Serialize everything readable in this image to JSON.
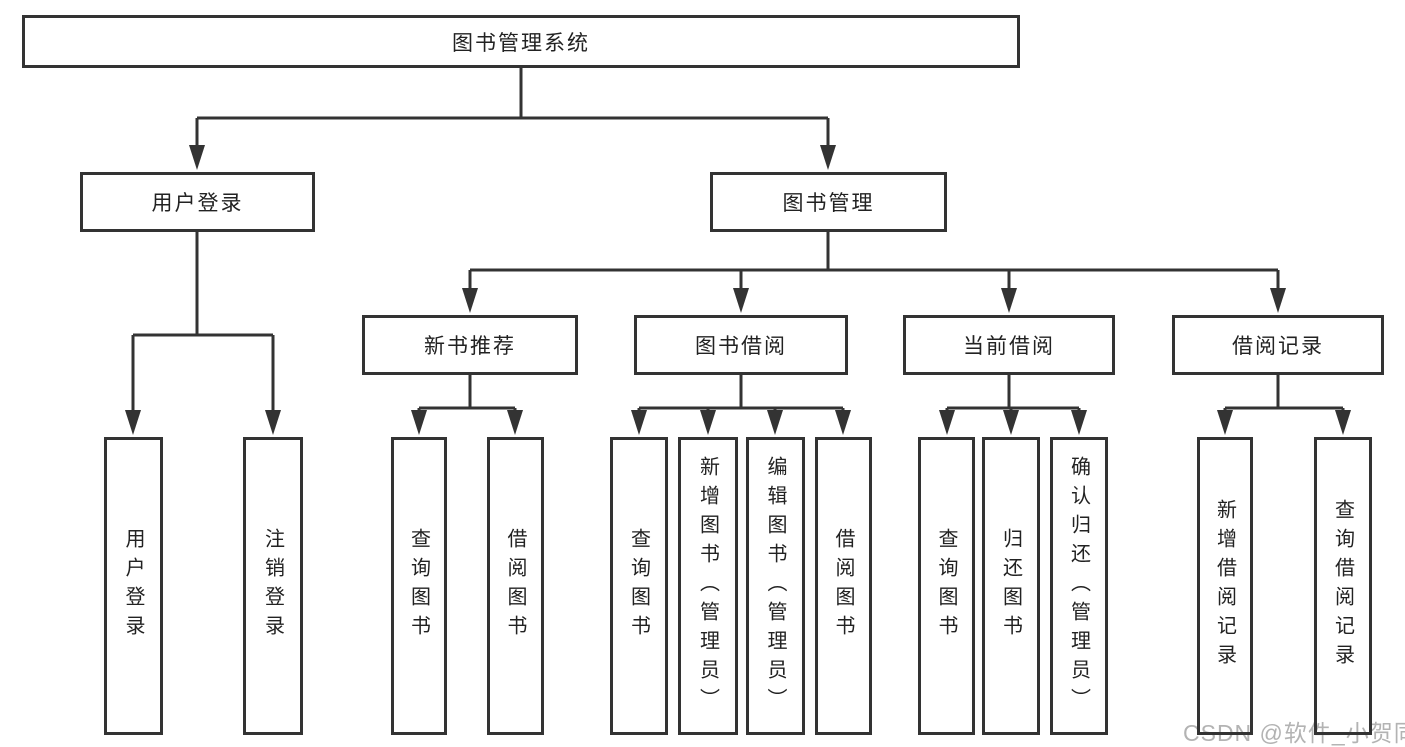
{
  "nodes": {
    "root": "图书管理系统",
    "level2": [
      "用户登录",
      "图书管理"
    ],
    "level3": [
      "新书推荐",
      "图书借阅",
      "当前借阅",
      "借阅记录"
    ],
    "leaves_login": [
      "用户登录",
      "注销登录"
    ],
    "leaves_newbook": [
      "查询图书",
      "借阅图书"
    ],
    "leaves_borrow": [
      "查询图书",
      "新增图书（管理员）",
      "编辑图书（管理员）",
      "借阅图书"
    ],
    "leaves_current": [
      "查询图书",
      "归还图书",
      "确认归还（管理员）"
    ],
    "leaves_records": [
      "新增借阅记录",
      "查询借阅记录"
    ]
  },
  "watermark": "CSDN @软件_小贺同学",
  "colors": {
    "line": "#333333",
    "box_border": "#333333",
    "box_fill": "#ffffff",
    "text": "#222222",
    "watermark": "#b3b3b3"
  }
}
